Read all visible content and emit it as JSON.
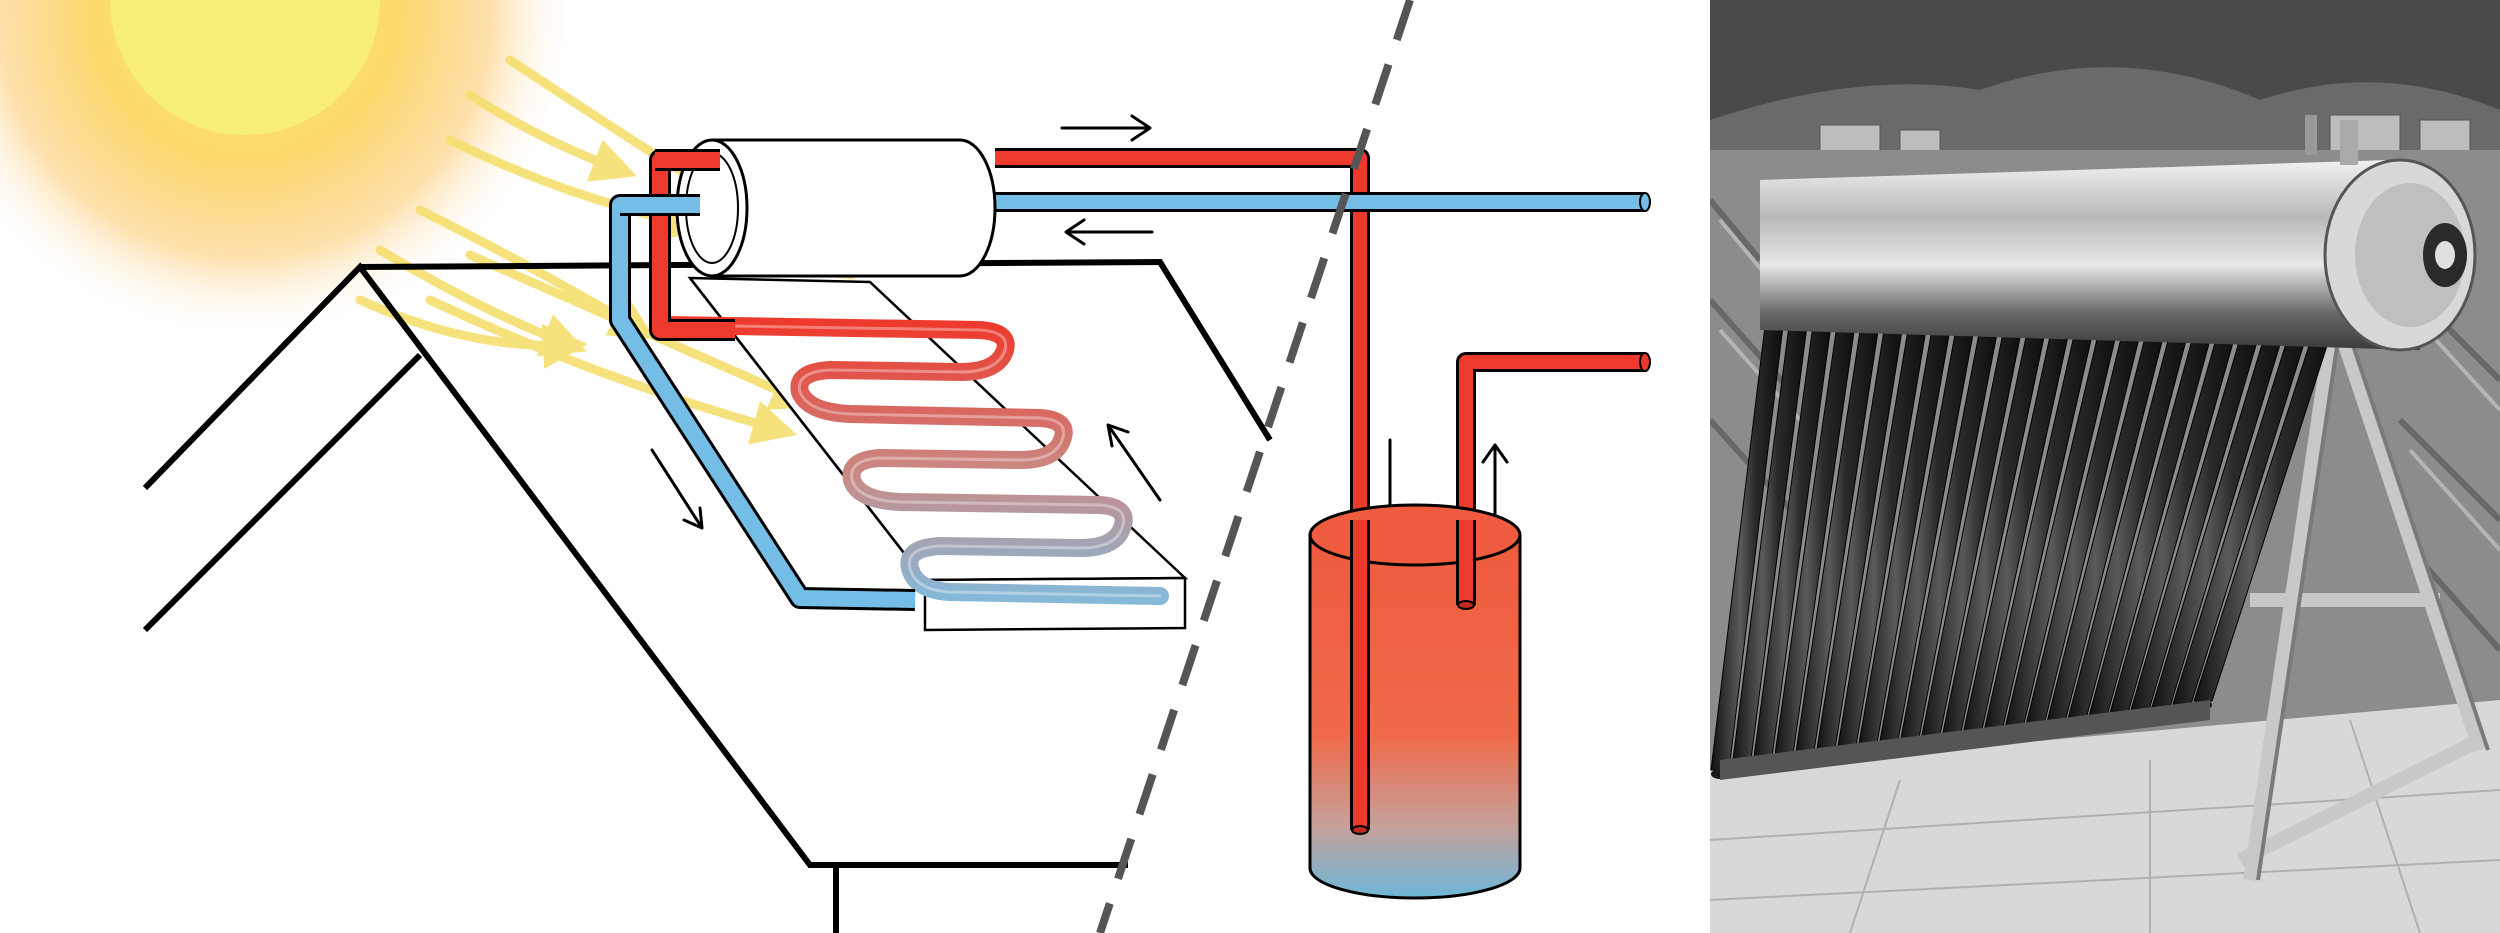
{
  "colors": {
    "background": "#ffffff",
    "outline": "#000000",
    "sun_core": "#f8ee7a",
    "sun_glow": "#fbc24a",
    "sun_rays": "#f6df6e",
    "hot_pipe": "#ee3a2c",
    "cold_pipe": "#74bde6",
    "tank_top": "#ef5b3e",
    "tank_bottom": "#6db7d8",
    "divider": "#555555",
    "photo_dark": "#2a2a2a",
    "photo_mid": "#8a8a8a",
    "photo_light": "#e6e6e6"
  },
  "icons": {
    "sun": "sun-icon",
    "flow_arrow": "flow-arrow-icon"
  },
  "illustration": {
    "elements": [
      "sun",
      "roof",
      "solar-collector",
      "storage-drum",
      "pipes",
      "flow-arrows",
      "divider-line",
      "hot-water-tank"
    ]
  },
  "photo": {
    "style": "grayscale",
    "tube_count": 24
  }
}
